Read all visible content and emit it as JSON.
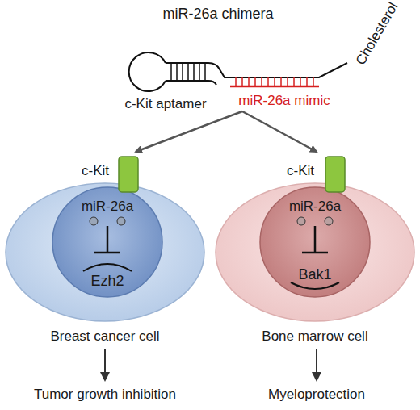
{
  "diagram": {
    "title": "miR-26a chimera",
    "nodes": [
      {
        "text": [
          "Breast cancer cell"
        ]
      },
      {
        "text": [
          "miR-26a",
          "Ezh2"
        ],
        "in": 0
      },
      {
        "text": [
          "Bone marrow cell"
        ]
      },
      {
        "text": [
          "miR-26a",
          "Bak1"
        ],
        "in": 2
      }
    ],
    "labels": [
      "Cholesterol",
      "c-Kit aptamer",
      "miR-26a mimic",
      "c-Kit",
      "c-Kit",
      "Tumor growth inhibition",
      "Myeloprotection"
    ]
  }
}
